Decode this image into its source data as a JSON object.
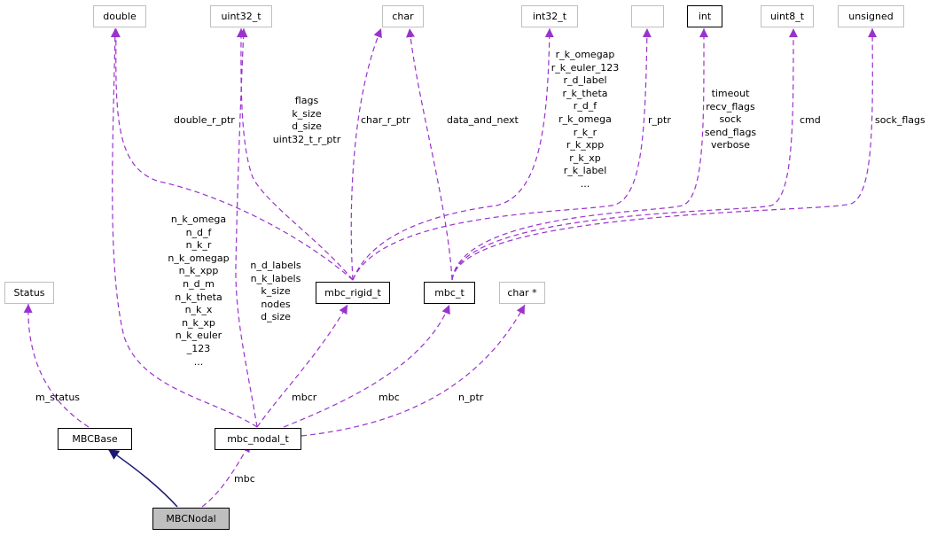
{
  "colors": {
    "usage_edge": "#9a32cd",
    "inherit_edge": "#191970",
    "external_border": "#bfbfbf",
    "current_fill": "#bfbfbf"
  },
  "nodes": {
    "double": "double",
    "uint32_t": "uint32_t",
    "char": "char",
    "int32_t": "int32_t",
    "empty": "",
    "int": "int",
    "uint8_t": "uint8_t",
    "unsigned": "unsigned",
    "status": "Status",
    "mbc_rigid_t": "mbc_rigid_t",
    "mbc_t": "mbc_t",
    "char_ptr": "char *",
    "mbcbase": "MBCBase",
    "mbc_nodal_t": "mbc_nodal_t",
    "mbcnodal": "MBCNodal"
  },
  "edge_labels": {
    "double_r_ptr": [
      "double_r_ptr"
    ],
    "rigid_uint32": [
      "flags",
      "k_size",
      "d_size",
      "uint32_t_r_ptr"
    ],
    "char_r_ptr": [
      "char_r_ptr"
    ],
    "data_and_next": [
      "data_and_next"
    ],
    "rigid_int32": [
      "r_k_omegap",
      "r_k_euler_123",
      "r_d_label",
      "r_k_theta",
      "r_d_f",
      "r_k_omega",
      "r_k_r",
      "r_k_xpp",
      "r_k_xp",
      "r_k_label",
      "..."
    ],
    "r_ptr": [
      "r_ptr"
    ],
    "mbc_int": [
      "timeout",
      "recv_flags",
      "sock",
      "send_flags",
      "verbose"
    ],
    "cmd": [
      "cmd"
    ],
    "sock_flags": [
      "sock_flags"
    ],
    "nodal_double": [
      "n_k_omega",
      "n_d_f",
      "n_k_r",
      "n_k_omegap",
      "n_k_xpp",
      "n_d_m",
      "n_k_theta",
      "n_k_x",
      "n_k_xp",
      "n_k_euler",
      "_123",
      "..."
    ],
    "nodal_uint32": [
      "n_d_labels",
      "n_k_labels",
      "k_size",
      "nodes",
      "d_size"
    ],
    "m_status": [
      "m_status"
    ],
    "mbcr": [
      "mbcr"
    ],
    "mbc_to_nodal": [
      "mbc"
    ],
    "n_ptr": [
      "n_ptr"
    ],
    "mbc_bottom": [
      "mbc"
    ]
  }
}
